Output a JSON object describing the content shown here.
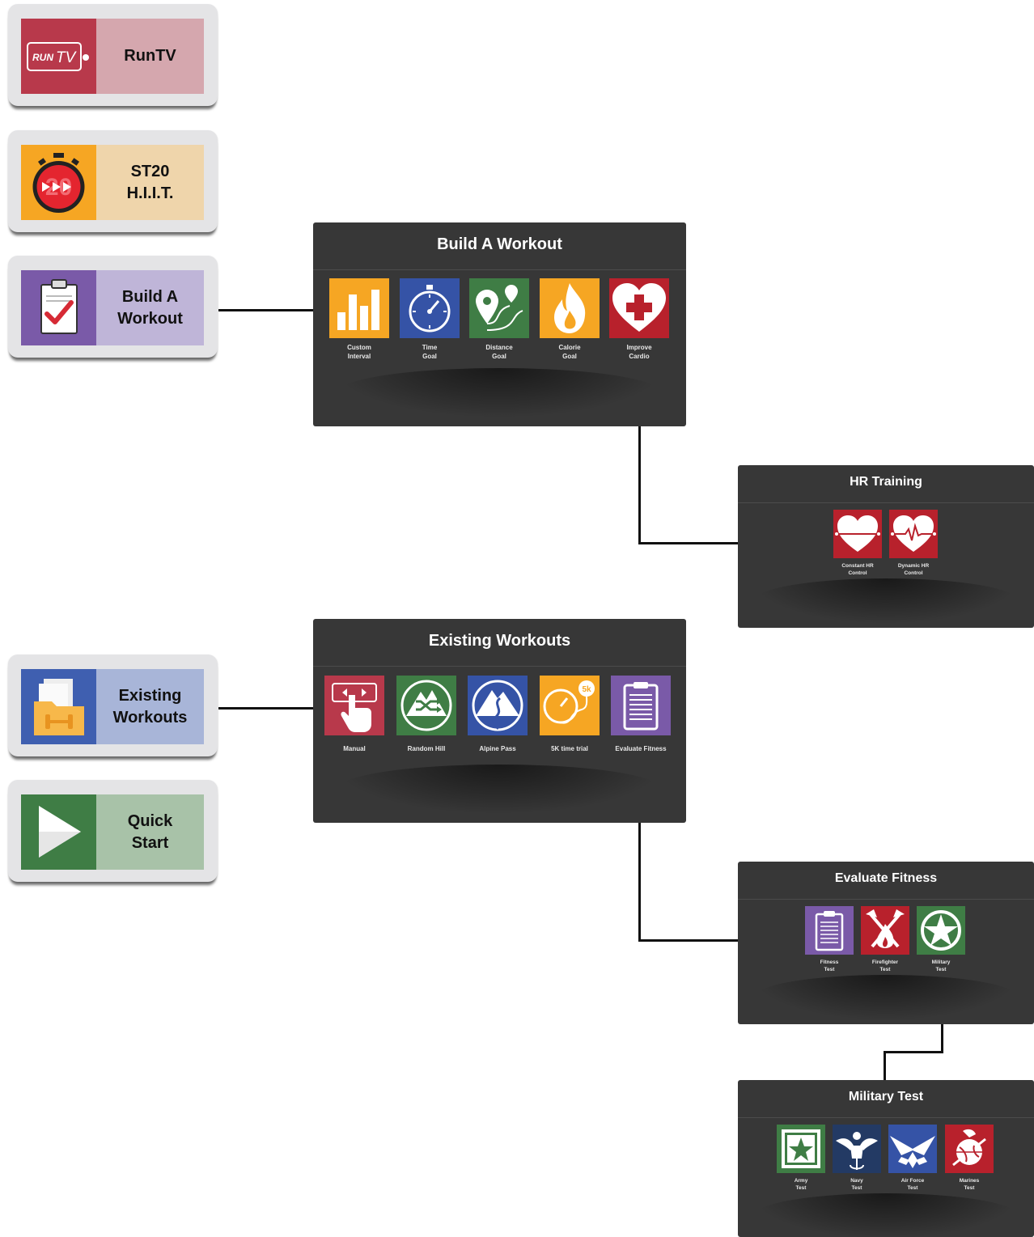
{
  "menu": {
    "runtv": {
      "label": "RunTV",
      "icon": "runtv-logo-icon",
      "color": "#b8394b",
      "bg": "#d5a7ae"
    },
    "st20": {
      "label_line1": "ST20",
      "label_line2": "H.I.I.T.",
      "icon": "stopwatch-20-icon",
      "color": "#f6a623",
      "bg": "#efd5ab"
    },
    "build": {
      "label_line1": "Build A",
      "label_line2": "Workout",
      "icon": "clipboard-check-icon",
      "color": "#7a5aa8",
      "bg": "#bfb5d8"
    },
    "existing": {
      "label_line1": "Existing",
      "label_line2": "Workouts",
      "icon": "folder-dumbbell-icon",
      "color": "#3f5fb0",
      "bg": "#a8b5d8"
    },
    "quick": {
      "label_line1": "Quick",
      "label_line2": "Start",
      "icon": "play-icon",
      "color": "#3f7d45",
      "bg": "#a8c2a8"
    }
  },
  "panels": {
    "build": {
      "title": "Build A Workout",
      "tiles": [
        {
          "label": "Custom\nInterval",
          "icon": "bar-chart-icon",
          "color": "#f6a623"
        },
        {
          "label": "Time\nGoal",
          "icon": "stopwatch-icon",
          "color": "#3553a6"
        },
        {
          "label": "Distance\nGoal",
          "icon": "map-pin-route-icon",
          "color": "#3f7d45"
        },
        {
          "label": "Calorie\nGoal",
          "icon": "flame-icon",
          "color": "#f6a623"
        },
        {
          "label": "Improve\nCardio",
          "icon": "heart-plus-icon",
          "color": "#b8212c"
        }
      ]
    },
    "hr": {
      "title": "HR Training",
      "tiles": [
        {
          "label": "Constant HR\nControl",
          "icon": "heart-flat-line-icon",
          "color": "#b8212c"
        },
        {
          "label": "Dynamic HR\nControl",
          "icon": "heart-pulse-icon",
          "color": "#b8212c"
        }
      ]
    },
    "existing": {
      "title": "Existing Workouts",
      "tiles": [
        {
          "label": "Manual",
          "icon": "hand-pointer-icon",
          "color": "#b8394b"
        },
        {
          "label": "Random Hill",
          "icon": "mountain-shuffle-icon",
          "color": "#3f7d45"
        },
        {
          "label": "Alpine Pass",
          "icon": "mountain-road-icon",
          "color": "#3553a6"
        },
        {
          "label": "5K time trial",
          "icon": "gauge-5k-icon",
          "color": "#f6a623"
        },
        {
          "label": "Evaluate Fitness",
          "icon": "clipboard-lines-icon",
          "color": "#7a5aa8"
        }
      ]
    },
    "evaluate": {
      "title": "Evaluate Fitness",
      "tiles": [
        {
          "label": "Fitness\nTest",
          "icon": "clipboard-lines-icon",
          "color": "#7a5aa8"
        },
        {
          "label": "Firefighter\nTest",
          "icon": "firefighter-axes-icon",
          "color": "#b8212c"
        },
        {
          "label": "Military\nTest",
          "icon": "military-star-icon",
          "color": "#3f7d45"
        }
      ]
    },
    "military": {
      "title": "Military Test",
      "tiles": [
        {
          "label": "Army\nTest",
          "icon": "army-star-icon",
          "color": "#3f7d45"
        },
        {
          "label": "Navy\nTest",
          "icon": "navy-eagle-icon",
          "color": "#233a64"
        },
        {
          "label": "Air Force\nTest",
          "icon": "air-force-wings-icon",
          "color": "#3553a6"
        },
        {
          "label": "Marines\nTest",
          "icon": "marines-emblem-icon",
          "color": "#b8212c"
        }
      ]
    }
  }
}
